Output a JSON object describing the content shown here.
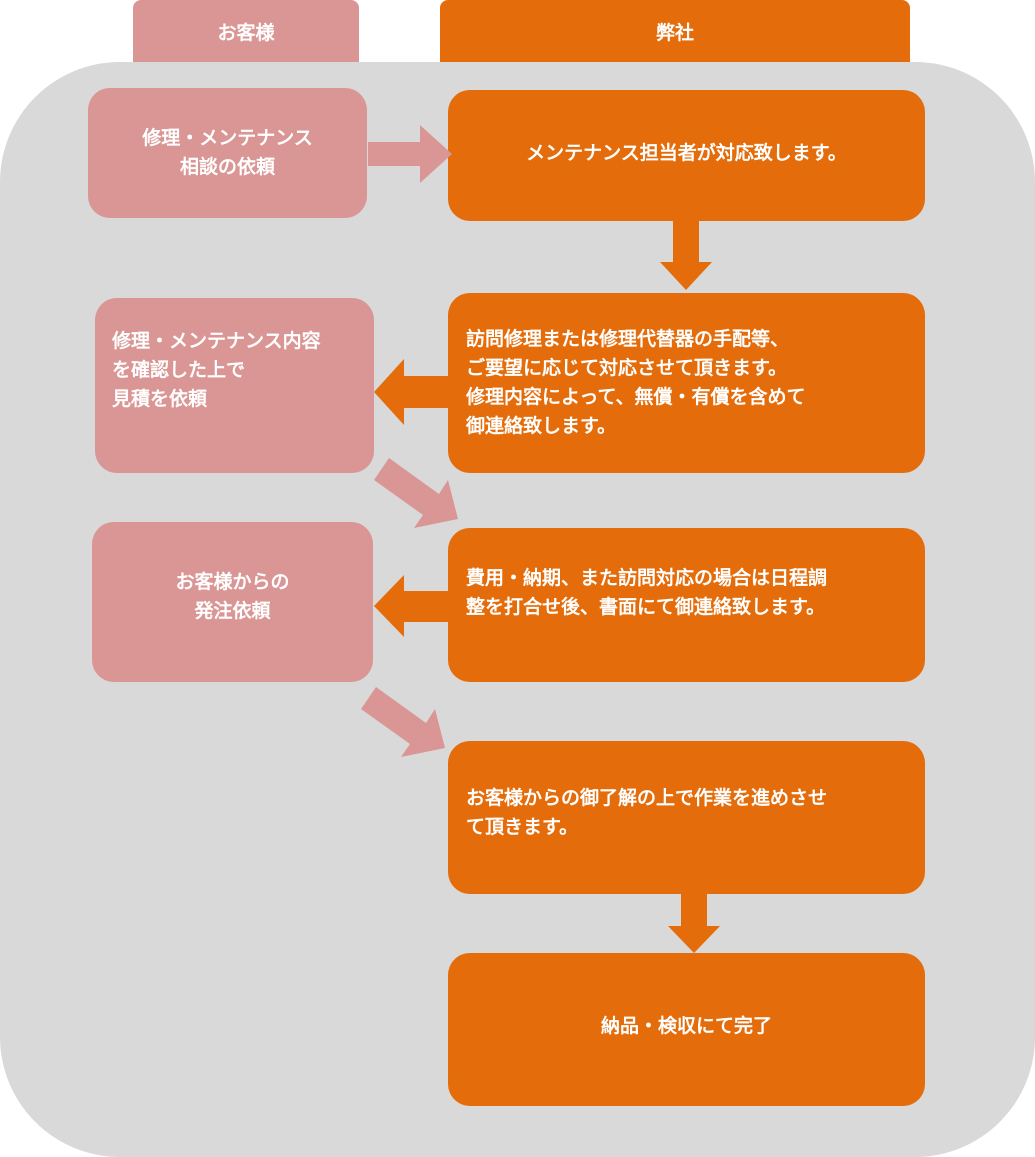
{
  "headers": {
    "customer": "お客様",
    "company": "弊社"
  },
  "customer_steps": [
    "修理・メンテナンス\n相談の依頼",
    "修理・メンテナンス内容\nを確認した上で\n見積を依頼",
    "お客様からの\n発注依頼"
  ],
  "company_steps": [
    "メンテナンス担当者が対応致します。",
    "訪問修理または修理代替器の手配等、\nご要望に応じて対応させて頂きます。\n修理内容によって、無償・有償を含めて\n御連絡致します。",
    "費用・納期、また訪問対応の場合は日程調\n整を打合せ後、書面にて御連絡致します。",
    "お客様からの御了解の上で作業を進めさせ\nて頂きます。",
    "納品・検収にて完了"
  ],
  "colors": {
    "customer": "#da9694",
    "company": "#e46c0a",
    "background": "#d9d9d9"
  }
}
